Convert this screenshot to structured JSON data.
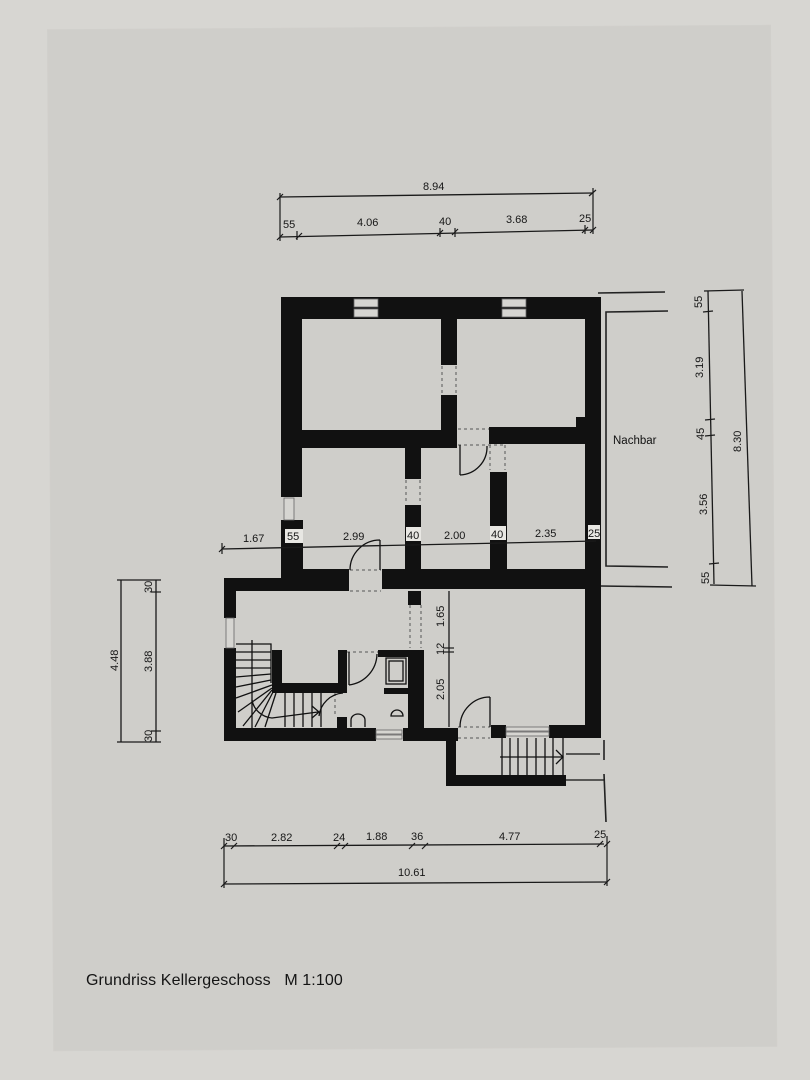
{
  "drawing": {
    "caption": "Grundriss Kellergeschoss   M 1:100",
    "caption_title": "Grundriss Kellergeschoss",
    "caption_scale": "M 1:100",
    "neighbor_label": "Nachbar"
  },
  "dimensions": {
    "top": {
      "overall": "8.94",
      "segments": [
        "55",
        "4.06",
        "40",
        "3.68",
        "25"
      ]
    },
    "middle_horizontal": {
      "segments": [
        "1.67",
        "55",
        "2.99",
        "40",
        "2.00",
        "40",
        "2.35",
        "25"
      ]
    },
    "bottom": {
      "overall": "10.61",
      "segments": [
        "30",
        "2.82",
        "24",
        "1.88",
        "36",
        "4.77",
        "25"
      ]
    },
    "right_vertical": {
      "overall": "8.30",
      "segments": [
        "55",
        "3.19",
        "45",
        "3.56",
        "55"
      ]
    },
    "left_vertical": {
      "overall": "4.48",
      "segments": [
        "30",
        "3.88",
        "30"
      ]
    },
    "inner_vertical": {
      "segments": [
        "1.65",
        "12",
        "2.05"
      ]
    }
  },
  "colors": {
    "background": "#d7d6d2",
    "paper": "#cfceca",
    "walls": "#111111",
    "text": "#161616"
  }
}
